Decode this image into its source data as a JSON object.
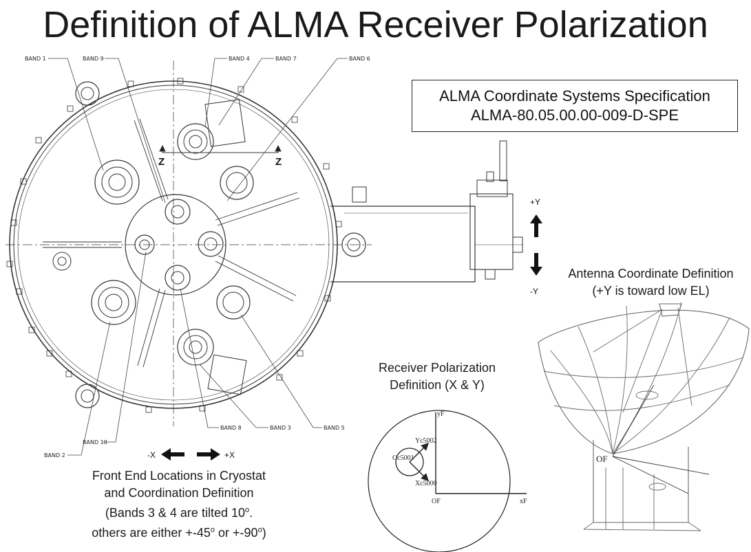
{
  "title": "Definition of ALMA Receiver Polarization",
  "spec_box": {
    "line1": "ALMA Coordinate Systems Specification",
    "line2": "ALMA-80.05.00.00-009-D-SPE"
  },
  "bands": {
    "band1": "BAND 1",
    "band2": "BAND 2",
    "band3": "BAND 3",
    "band4": "BAND 4",
    "band5": "BAND 5",
    "band6": "BAND 6",
    "band7": "BAND 7",
    "band8": "BAND 8",
    "band9": "BAND 9",
    "band10": "BAND 10"
  },
  "cryostat_axes": {
    "z_left": "Z",
    "z_right": "Z",
    "plus_y": "+Y",
    "minus_y": "-Y",
    "minus_x": "-X",
    "plus_x": "+X"
  },
  "antenna_caption": {
    "line1": "Antenna Coordinate Definition",
    "line2": "(+Y is toward low EL)"
  },
  "receiver_caption": {
    "line1": "Receiver Polarization",
    "line2": "Definition (X & Y)"
  },
  "receiver_diagram": {
    "y_axis": "yF",
    "x_axis": "xF",
    "origin": "OF",
    "y_pol": "Yc5002",
    "x_pol": "Xc5000",
    "center": "Oc5001"
  },
  "antenna_diagram": {
    "origin": "OF"
  },
  "front_end_caption": {
    "line1": "Front End Locations in Cryostat",
    "line2": "and Coordination Definition",
    "line3_pre": "(Bands 3 & 4 are tilted 10",
    "line3_sup": "o",
    "line3_post": ".",
    "line4_pre": "others are  either +-45",
    "line4_sup1": "o",
    "line4_mid": " or +-90",
    "line4_sup2": "o",
    "line4_post": ")"
  },
  "colors": {
    "drawing_line": "#333333",
    "text": "#1a1a1a"
  }
}
